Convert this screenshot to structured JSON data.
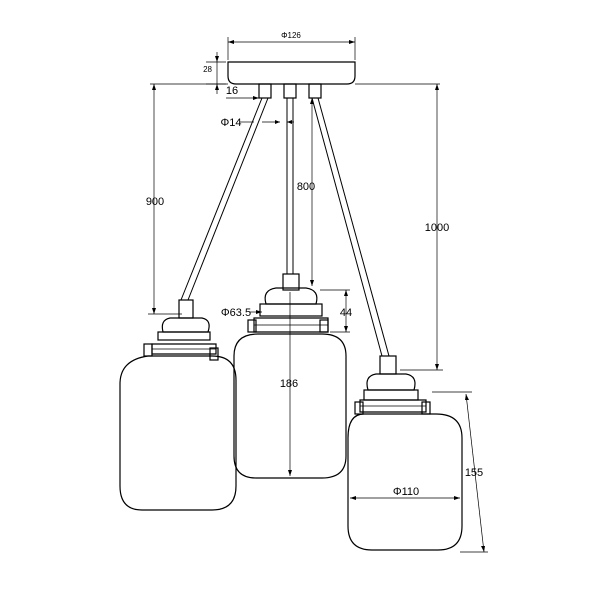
{
  "dimensions": {
    "canopy_diameter": "Φ126",
    "canopy_height": "28",
    "cord_spacing": "16",
    "cord_diameter": "Φ14",
    "left_drop": "900",
    "center_drop": "800",
    "right_drop": "1000",
    "socket_diameter": "Φ63.5",
    "socket_height": "44",
    "shade_height_center": "186",
    "shade_diameter": "Φ110",
    "shade_height_right": "155"
  }
}
